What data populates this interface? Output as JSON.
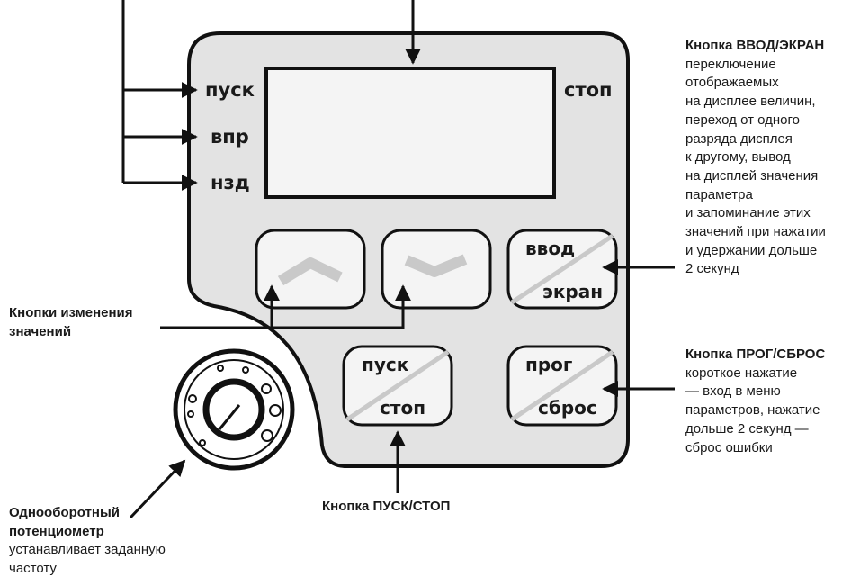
{
  "panel": {
    "indicators": [
      "пуск",
      "впр",
      "нзд"
    ],
    "stop_indicator": "стоп",
    "colors": {
      "panel_fill": "#e3e3e3",
      "stroke": "#111111",
      "button_fill": "#f4f4f4",
      "arrow_glyph": "#c9c9c9",
      "background": "#ffffff"
    }
  },
  "buttons": {
    "up": {
      "icon": "chevron-up-icon"
    },
    "down": {
      "icon": "chevron-down-icon"
    },
    "enter": {
      "top": "ввод",
      "bottom": "экран"
    },
    "run": {
      "top": "пуск",
      "bottom": "стоп"
    },
    "prog": {
      "top": "прог",
      "bottom": "сброс"
    }
  },
  "callouts": {
    "enter": {
      "title": "Кнопка ВВОД/ЭКРАН",
      "lines": [
        "переключение",
        "отображаемых",
        "на дисплее величин,",
        "переход от одного",
        "разряда дисплея",
        "к другому, вывод",
        "на дисплей значения",
        "параметра",
        "и запоминание этих",
        "значений при нажатии",
        "и удержании дольше",
        "2 секунд"
      ]
    },
    "prog": {
      "title": "Кнопка ПРОГ/СБРОС",
      "lines": [
        "короткое нажатие",
        "— вход в меню",
        "параметров, нажатие",
        "дольше 2 секунд —",
        "сброс ошибки"
      ]
    },
    "change": {
      "title": "Кнопки изменения\nзначений"
    },
    "run": {
      "title": "Кнопка ПУСК/СТОП"
    },
    "potentiometer": {
      "title": "Однооборотный\nпотенциометр",
      "lines": [
        "устанавливает заданную",
        "частоту"
      ]
    }
  }
}
